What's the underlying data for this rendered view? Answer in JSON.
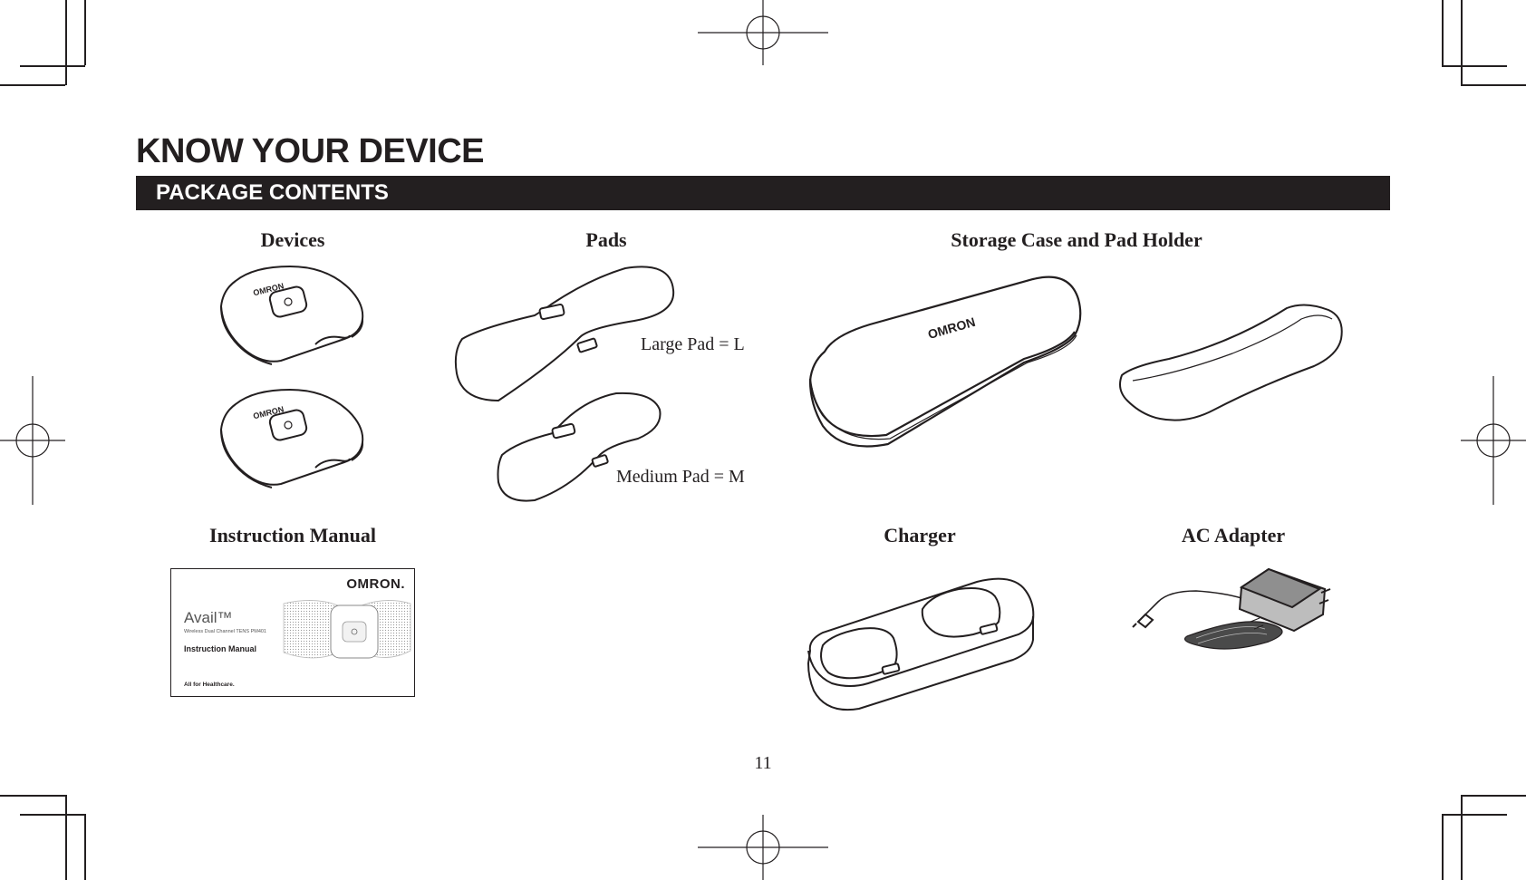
{
  "page": {
    "title": "KNOW YOUR DEVICE",
    "section": "PACKAGE CONTENTS",
    "page_number": "11"
  },
  "items": {
    "devices": "Devices",
    "pads": "Pads",
    "storage": "Storage Case and Pad Holder",
    "manual": "Instruction Manual",
    "charger": "Charger",
    "adapter": "AC Adapter"
  },
  "pads": {
    "large": "Large Pad = L",
    "medium": "Medium Pad = M"
  },
  "manual_cover": {
    "brand": "OMRON.",
    "product": "Avail™",
    "subtitle": "Wireless Dual Channel TENS PM401",
    "title": "Instruction Manual",
    "tagline": "All for Healthcare."
  },
  "branding": {
    "logo_text": "OMRON"
  }
}
